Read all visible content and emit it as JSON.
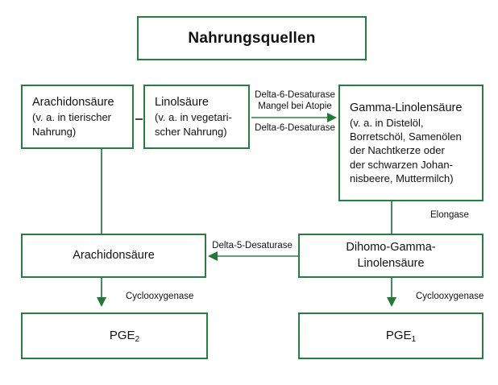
{
  "diagram": {
    "title_box": {
      "label": "Nahrungsquellen"
    },
    "boxes": {
      "arachidonsaeure_top": {
        "line1": "Arachidonsäure",
        "line2": "(v. a. in tierischer",
        "line3": "Nahrung)"
      },
      "linolsaeure": {
        "line1": "Linolsäure",
        "line2": "(v. a. in vegetari-",
        "line3": "scher Nahrung)"
      },
      "gamma_linolensaeure": {
        "line1": "Gamma-Linolensäure",
        "line2": "(v. a. in Distelöl,",
        "line3": "Borretschöl, Samenölen",
        "line4": "der Nachtkerze oder",
        "line5": "der schwarzen Johan-",
        "line6": "nisbeere, Muttermilch)"
      },
      "arachidonsaeure_mid": {
        "line1": "Arachidonsäure"
      },
      "dihomo_gamma_linolensaeure": {
        "line1": "Dihomo-Gamma-",
        "line2": "Linolensäure"
      },
      "pge2": {
        "label": "PGE",
        "subscript": "2"
      },
      "pge1": {
        "label": "PGE",
        "subscript": "1"
      }
    },
    "edge_labels": {
      "delta6_above_top": "Delta-6-Desaturase",
      "delta6_above_bottom": "Mangel bei Atopie",
      "delta6_below": "Delta-6-Desaturase",
      "elongase": "Elongase",
      "delta5": "Delta-5-Desaturase",
      "cyclooxygenase_left": "Cyclooxygenase",
      "cyclooxygenase_right": "Cyclooxygenase",
      "inhibition": "–"
    },
    "colors": {
      "box_border": "#2a7d41",
      "connector": "#3f8e58",
      "arrow_shaft": "#5aa373",
      "arrow_head": "#1f7a36",
      "text": "#111111",
      "background": "#ffffff"
    }
  }
}
